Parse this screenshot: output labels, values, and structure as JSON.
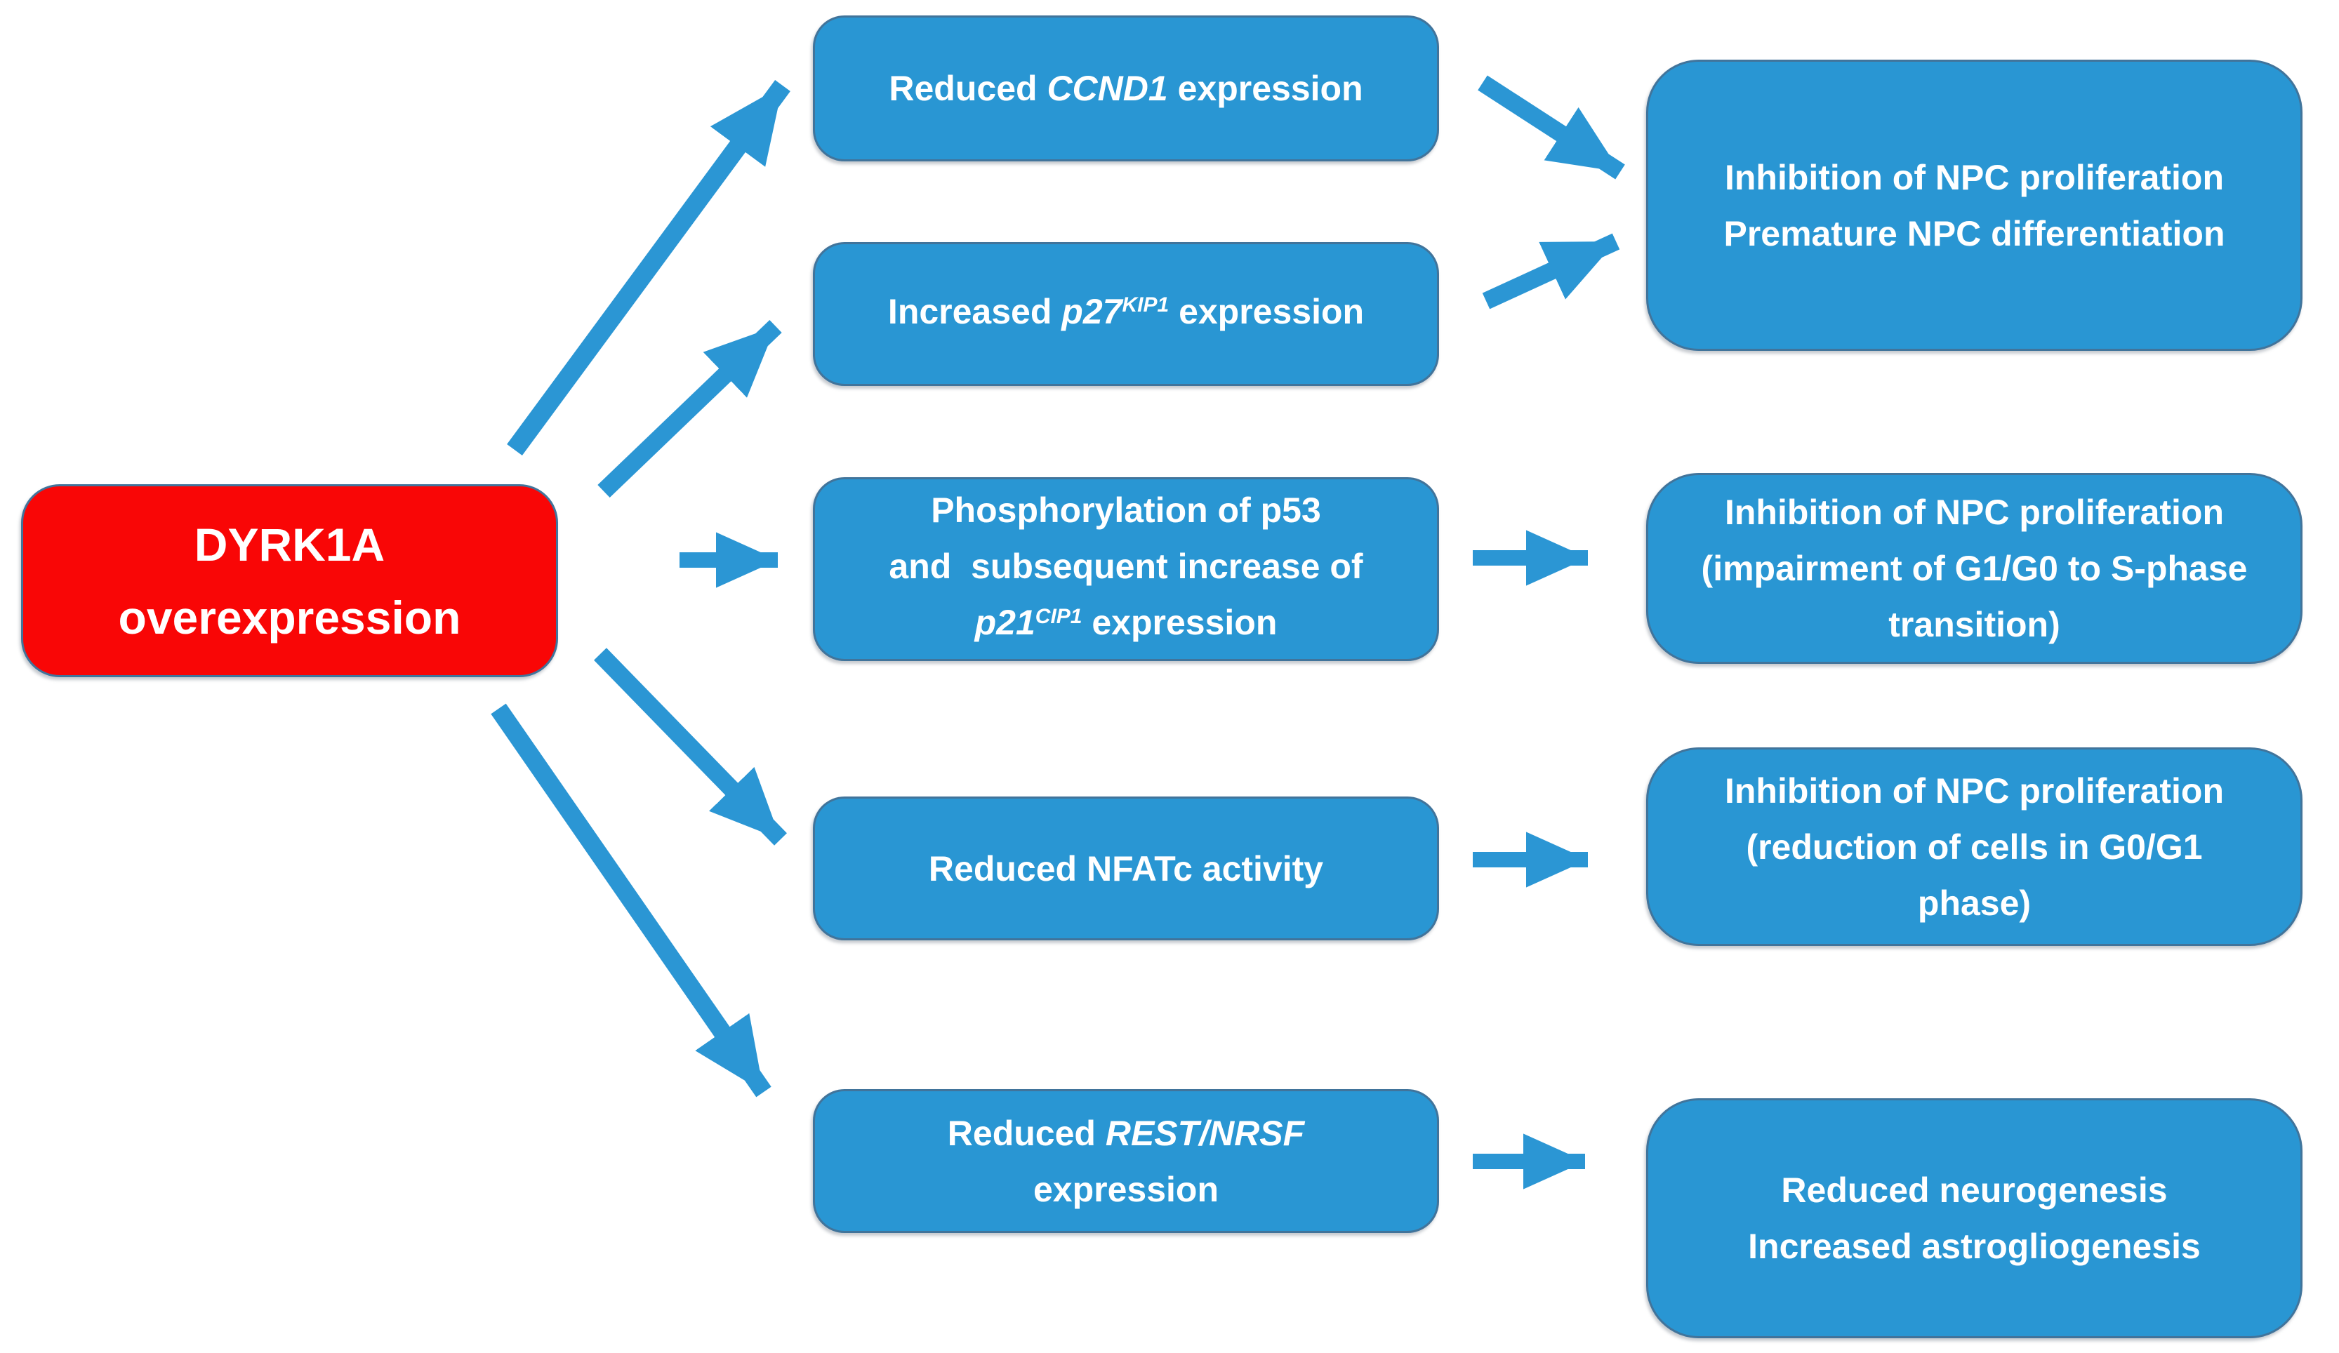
{
  "title_box": {
    "name": "DYRK1A overexpression",
    "lines": [
      [
        {
          "t": "DYRK1A",
          "s": "n"
        }
      ],
      [
        {
          "t": "overexpression",
          "s": "n"
        }
      ]
    ]
  },
  "middle_boxes": [
    {
      "name": "reduced-ccnd1-expression",
      "lines": [
        [
          {
            "t": "Reduced ",
            "s": "n"
          },
          {
            "t": "CCND1",
            "s": "i"
          },
          {
            "t": " expression",
            "s": "n"
          }
        ]
      ]
    },
    {
      "name": "increased-p27kip1-expression",
      "lines": [
        [
          {
            "t": "Increased ",
            "s": "n"
          },
          {
            "t": "p27",
            "s": "i"
          },
          {
            "t": "KIP1",
            "s": "sup"
          },
          {
            "t": " expression",
            "s": "n"
          }
        ]
      ]
    },
    {
      "name": "phosphorylation-of-p53",
      "lines": [
        [
          {
            "t": "Phosphorylation of p53",
            "s": "n"
          }
        ],
        [
          {
            "t": "and  subsequent increase of",
            "s": "n"
          }
        ],
        [
          {
            "t": "p21",
            "s": "i"
          },
          {
            "t": "CIP1",
            "s": "sup"
          },
          {
            "t": " expression",
            "s": "n"
          }
        ]
      ]
    },
    {
      "name": "reduced-nfatc-activity",
      "lines": [
        [
          {
            "t": "Reduced NFATc activity",
            "s": "n"
          }
        ]
      ]
    },
    {
      "name": "reduced-rest-nrsf-expression",
      "lines": [
        [
          {
            "t": "Reduced ",
            "s": "n"
          },
          {
            "t": "REST/NRSF",
            "s": "i"
          }
        ],
        [
          {
            "t": "expression",
            "s": "n"
          }
        ]
      ]
    }
  ],
  "right_boxes": [
    {
      "name": "inhibition-npc-proliferation-premature-differentiation",
      "lines": [
        [
          {
            "t": "Inhibition of NPC proliferation",
            "s": "n"
          }
        ],
        [
          {
            "t": "Premature NPC differentiation",
            "s": "n"
          }
        ]
      ]
    },
    {
      "name": "inhibition-npc-proliferation-g1-g0-s-phase",
      "lines": [
        [
          {
            "t": "Inhibition of NPC proliferation",
            "s": "n"
          }
        ],
        [
          {
            "t": "(impairment of G1/G0 to S-phase",
            "s": "n"
          }
        ],
        [
          {
            "t": "transition)",
            "s": "n"
          }
        ]
      ]
    },
    {
      "name": "inhibition-npc-proliferation-g0-g1-reduction",
      "lines": [
        [
          {
            "t": "Inhibition of NPC proliferation",
            "s": "n"
          }
        ],
        [
          {
            "t": "(reduction of cells in G0/G1",
            "s": "n"
          }
        ],
        [
          {
            "t": "phase)",
            "s": "n"
          }
        ]
      ]
    },
    {
      "name": "reduced-neurogenesis-increased-astrogliogenesis",
      "lines": [
        [
          {
            "t": "Reduced neurogenesis",
            "s": "n"
          }
        ],
        [
          {
            "t": "Increased astrogliogenesis",
            "s": "n"
          }
        ]
      ]
    }
  ],
  "colors": {
    "box_blue": "#2996d3",
    "box_red": "#f90606",
    "arrow_blue": "#2b96d4",
    "border": "#41749b",
    "text": "#ffffff"
  }
}
